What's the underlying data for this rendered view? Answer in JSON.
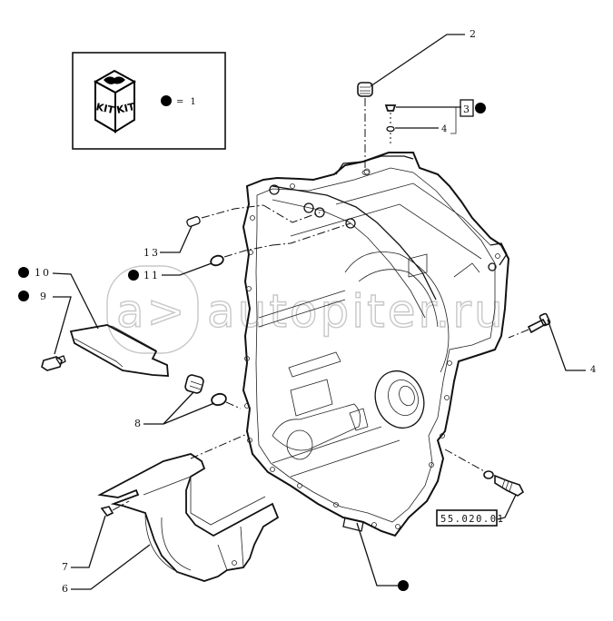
{
  "diagram": {
    "type": "exploded-parts-drawing",
    "subject": "transmission housing",
    "legend": {
      "kit_icon_labels": [
        "KIT",
        "KIT"
      ],
      "bullet_equals": "= 1"
    },
    "callouts": [
      {
        "id": "2",
        "label": "2",
        "part": "plug",
        "kit": false
      },
      {
        "id": "3",
        "label": "3",
        "part": "plug",
        "kit": true,
        "boxed": true
      },
      {
        "id": "4a",
        "label": "4",
        "part": "washer",
        "kit": false
      },
      {
        "id": "4b",
        "label": "4",
        "part": "bolt",
        "kit": false
      },
      {
        "id": "13",
        "label": "13",
        "part": "dowel pin",
        "kit": false
      },
      {
        "id": "11",
        "label": "11",
        "part": "o-ring",
        "kit": true
      },
      {
        "id": "10",
        "label": "10",
        "part": "cover plate",
        "kit": true
      },
      {
        "id": "9",
        "label": "9",
        "part": "bolt",
        "kit": true
      },
      {
        "id": "8",
        "label": "8",
        "part": "plug and o-ring",
        "kit": false
      },
      {
        "id": "7",
        "label": "7",
        "part": "screw",
        "kit": false
      },
      {
        "id": "6",
        "label": "6",
        "part": "guard",
        "kit": false
      },
      {
        "id": "ref",
        "label": "55.020.01",
        "part": "sensor",
        "kit": false,
        "boxed": true
      },
      {
        "id": "housing",
        "label": "",
        "part": "housing",
        "kit": true
      }
    ],
    "watermark": "autopiter.ru",
    "colors": {
      "line": "#111111",
      "background": "#ffffff",
      "watermark": "#c8c8c8",
      "bullet": "#000000"
    }
  }
}
